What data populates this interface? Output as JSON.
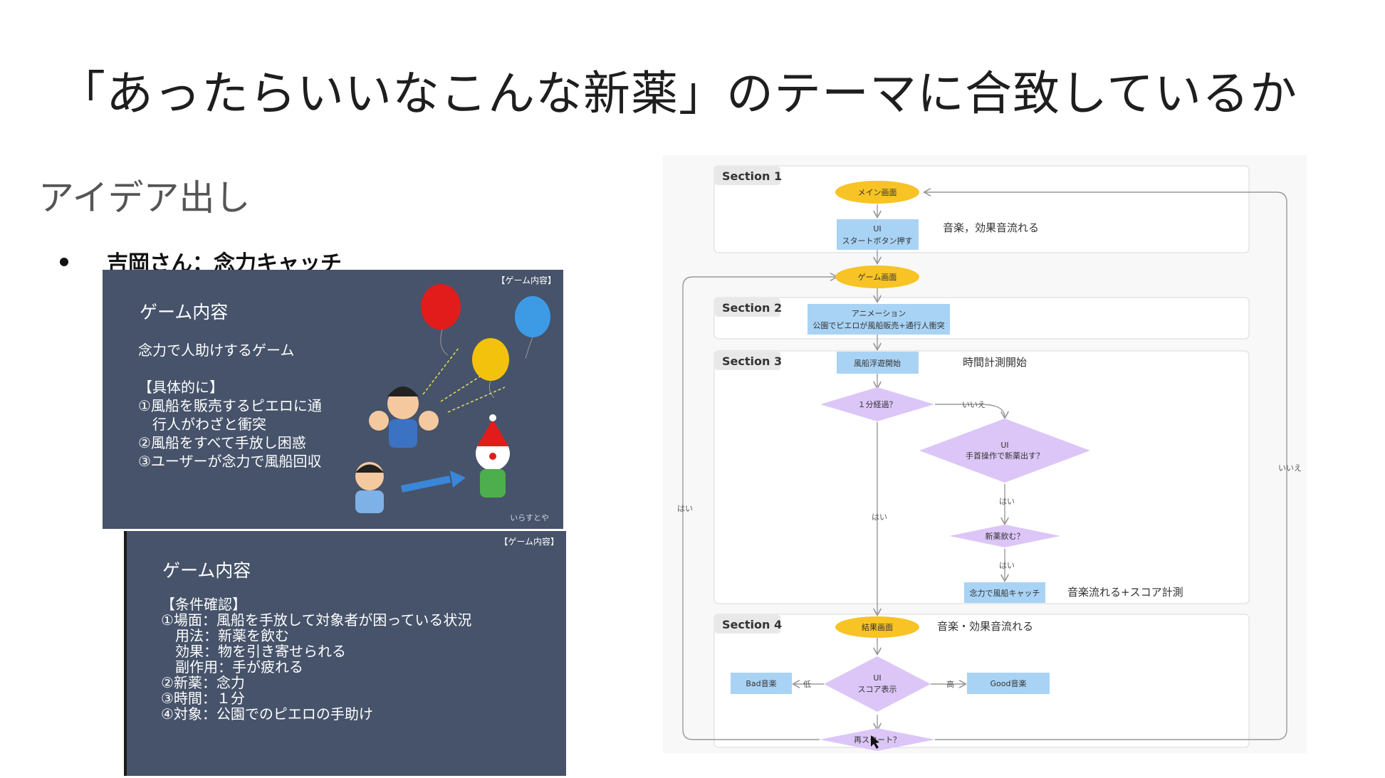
{
  "title": "「あったらいいなこんな新薬」のテーマに合致しているか",
  "subtitle": "アイデア出し",
  "bullet": "吉岡さん：念力キャッチ",
  "slide1": {
    "tag": "【ゲーム内容】",
    "heading": "ゲーム内容",
    "body": "念力で人助けするゲーム\n\n【具体的に】\n①風船を販売するピエロに通\n　行人がわざと衝突\n②風船をすべて手放し困惑\n③ユーザーが念力で風船回収",
    "credit": "いらすとや"
  },
  "slide2": {
    "tag": "【ゲーム内容】",
    "heading": "ゲーム内容",
    "body": "【条件確認】\n①場面：風船を手放して対象者が困っている状況\n　用法：新薬を飲む\n　効果：物を引き寄せられる\n　副作用：手が疲れる\n②新薬：念力\n③時間：１分\n④対象：公園でのピエロの手助け"
  },
  "flow": {
    "sections": [
      "Section 1",
      "Section 2",
      "Section 3",
      "Section 4"
    ],
    "nodes": {
      "main": "メイン画面",
      "ui_line1": "UI",
      "ui_line2": "スタートボタン押す",
      "game": "ゲーム画面",
      "anim_line1": "アニメーション",
      "anim_line2": "公園でピエロが風船販売+通行人衝突",
      "float": "風船浮遊開始",
      "one_min": "１分経過？",
      "hand_line1": "UI",
      "hand_line2": "手首操作で新薬出す？",
      "drink": "新薬飲む？",
      "catch": "念力で風船キャッチ",
      "result": "結果画面",
      "score_line1": "UI",
      "score_line2": "スコア表示",
      "bad": "Bad音楽",
      "good": "Good音楽",
      "restart": "再スタート？"
    },
    "notes": {
      "music1": "音楽，効果音流れる",
      "timer": "時間計測開始",
      "music_score": "音楽流れる+スコア計測",
      "music4": "音楽・効果音流れる"
    },
    "labels": {
      "no": "いいえ",
      "yes": "はい",
      "low": "低",
      "high": "高"
    },
    "colors": {
      "terminal": "#f7c325",
      "process": "#a9d3f5",
      "decision": "#dcc6f7",
      "section_border": "#dadada"
    }
  }
}
